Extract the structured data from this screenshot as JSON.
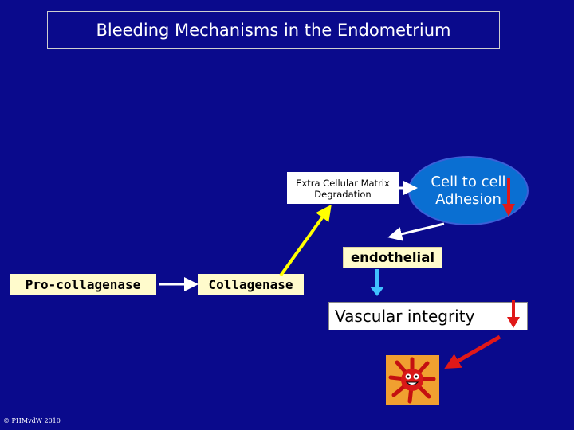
{
  "title": "Bleeding Mechanisms in the Endometrium",
  "nodes": {
    "ecm_line1": "Extra Cellular Matrix",
    "ecm_line2": "Degradation",
    "adhesion_line1": "Cell to cell",
    "adhesion_line2": "Adhesion",
    "endothelial": "endothelial",
    "procollagenase": "Pro-collagenase",
    "collagenase": "Collagenase",
    "vascular": "Vascular integrity"
  },
  "copyright": "© PHMvdW 2010",
  "colors": {
    "background": "#0a0a8c",
    "label_fill": "#fffbcc",
    "down_arrow": "#e01818",
    "link_arrow": "#ffff00",
    "flow_arrow": "#40c0ff"
  },
  "icons": {
    "adhesion_change": "red-down-arrow",
    "vascular_change": "red-down-arrow",
    "cartoon": "smiling-sun-cell-cartoon"
  }
}
